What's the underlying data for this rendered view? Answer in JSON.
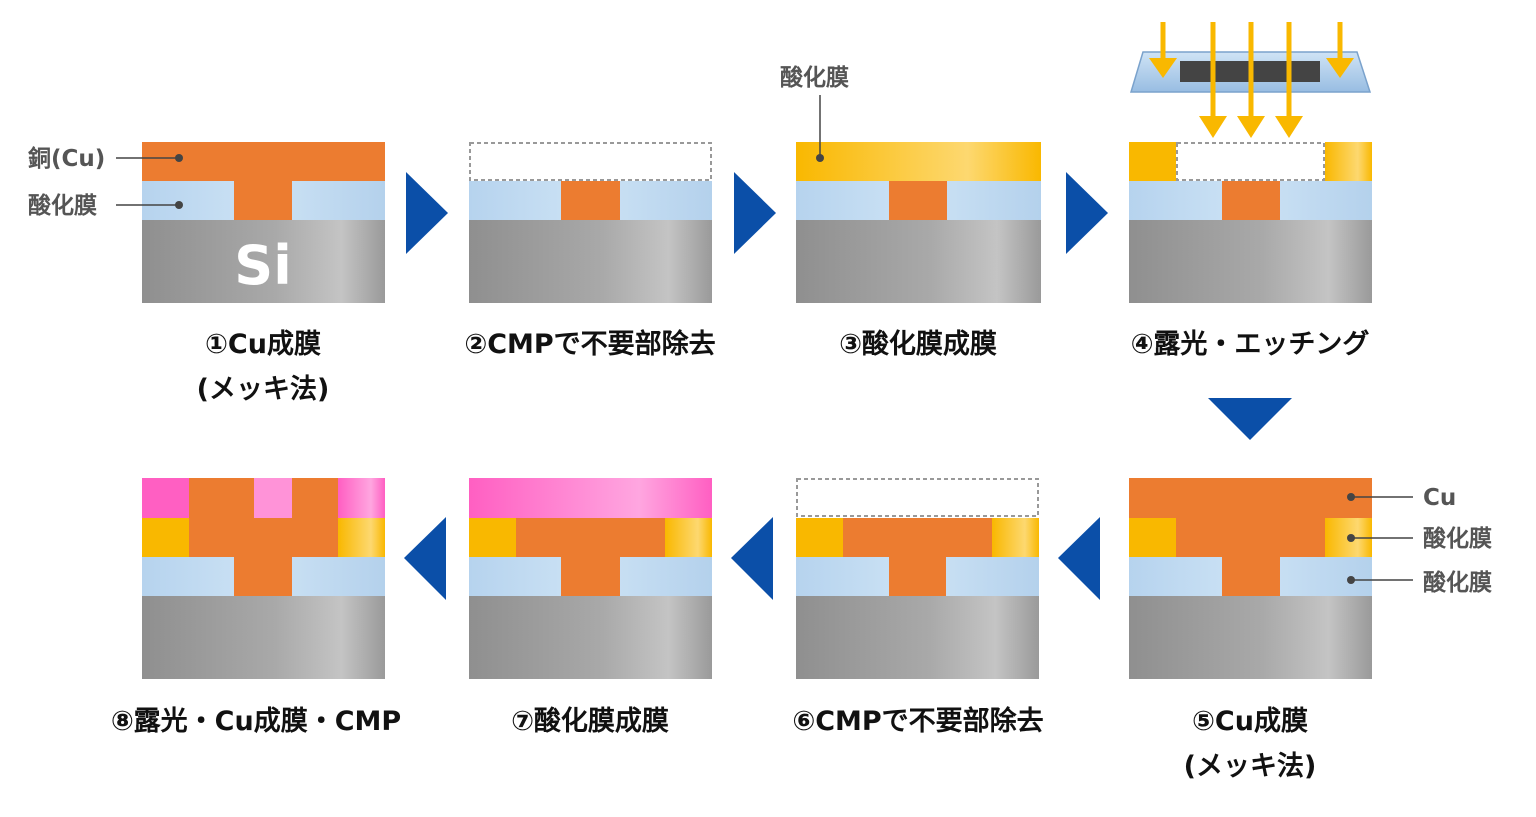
{
  "labels": {
    "copper": "銅(Cu)",
    "oxide": "酸化膜",
    "silicon": "Si",
    "cu": "Cu"
  },
  "steps": [
    {
      "caption": "①Cu成膜",
      "caption2": "(メッキ法)"
    },
    {
      "caption": "②CMPで不要部除去"
    },
    {
      "caption": "③酸化膜成膜"
    },
    {
      "caption": "④露光・エッチング"
    },
    {
      "caption": "⑤Cu成膜",
      "caption2": "(メッキ法)"
    },
    {
      "caption": "⑥CMPで不要部除去"
    },
    {
      "caption": "⑦酸化膜成膜"
    },
    {
      "caption": "⑧露光・Cu成膜・CMP"
    }
  ],
  "colors": {
    "copper": "#EC7C30",
    "oxide_light": "#C0DAF0",
    "oxide_yellow": "#FBBD08",
    "resist_pink": "#FF6EC7",
    "silicon": "#9E9E9E",
    "arrow_blue": "#0B4FA8",
    "light_rays": "#FBBD08"
  }
}
